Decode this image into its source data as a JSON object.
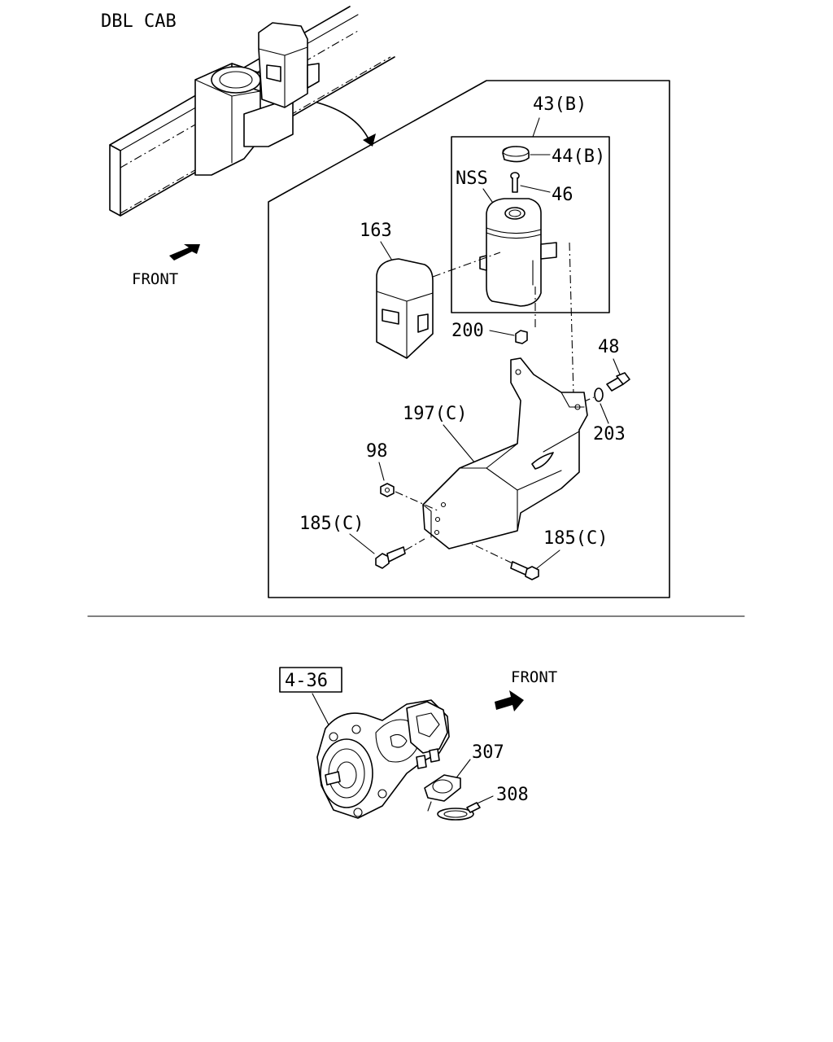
{
  "header": {
    "title": "DBL CAB"
  },
  "labels": {
    "front_top": "FRONT",
    "front_bottom": "FRONT",
    "ref_box": "4-36",
    "p43": "43(B)",
    "p44": "44(B)",
    "nss": "NSS",
    "p46": "46",
    "p163": "163",
    "p200": "200",
    "p48": "48",
    "p203": "203",
    "p197": "197(C)",
    "p98": "98",
    "p185a": "185(C)",
    "p185b": "185(C)",
    "p307": "307",
    "p308": "308"
  }
}
